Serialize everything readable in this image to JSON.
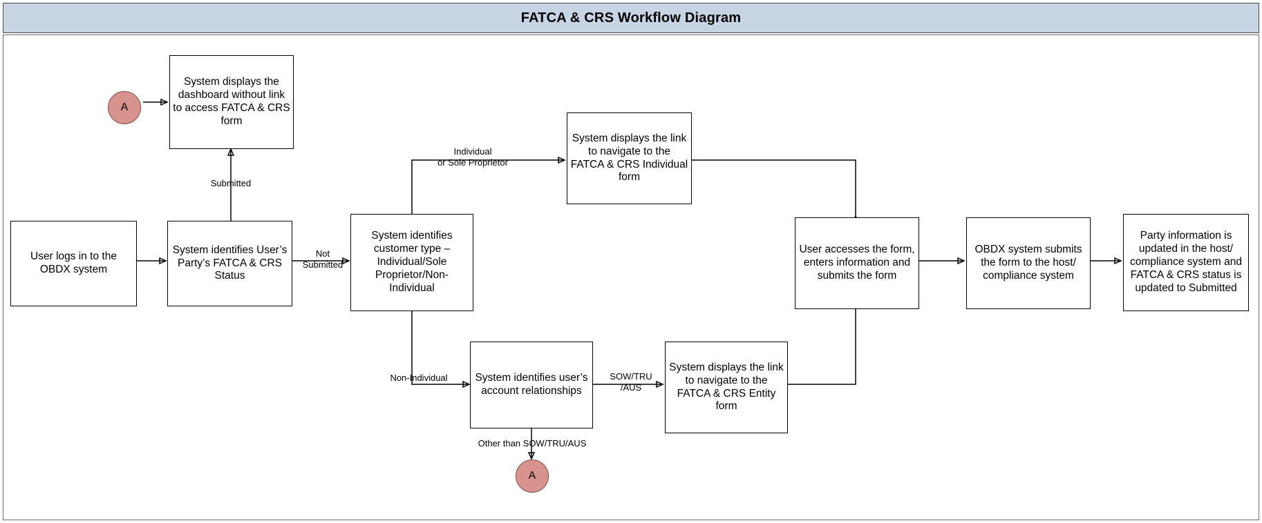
{
  "header": {
    "title": "FATCA & CRS Workflow Diagram"
  },
  "diagram": {
    "connectors": [
      {
        "id": "a-top",
        "label": "A"
      },
      {
        "id": "a-bottom",
        "label": "A"
      }
    ],
    "nodes": [
      {
        "id": "dashboard-no-link",
        "text": "System displays the dashboard without link to access FATCA & CRS form"
      },
      {
        "id": "user-login",
        "text": "User logs in to the OBDX system"
      },
      {
        "id": "identify-status",
        "text": "System identifies User’s Party’s FATCA & CRS Status"
      },
      {
        "id": "identify-customer-type",
        "text": "System identifies customer type – Individual/Sole Proprietor/Non-Individual"
      },
      {
        "id": "individual-form-link",
        "text": "System displays the link to navigate to the FATCA & CRS Individual form"
      },
      {
        "id": "account-relationships",
        "text": "System identifies user’s account relationships"
      },
      {
        "id": "entity-form-link",
        "text": "System displays the link to navigate to the FATCA & CRS Entity form"
      },
      {
        "id": "user-accesses-form",
        "text": "User accesses the form, enters information and submits the form"
      },
      {
        "id": "obdx-submits",
        "text": "OBDX system submits the form to the host/ compliance system"
      },
      {
        "id": "party-updated",
        "text": "Party information is updated in the host/ compliance system and FATCA & CRS status is updated to Submitted"
      }
    ],
    "edge_labels": [
      {
        "id": "submitted",
        "text": "Submitted"
      },
      {
        "id": "not-submitted",
        "text": "Not\nSubmitted"
      },
      {
        "id": "individual",
        "text": "Individual\nor Sole Proprietor"
      },
      {
        "id": "non-individual",
        "text": "Non-Individual"
      },
      {
        "id": "sow-tru-aus",
        "text": "SOW/TRU\n/AUS"
      },
      {
        "id": "other-than",
        "text": "Other than SOW/TRU/AUS"
      }
    ],
    "colors": {
      "title_bar": "#c6d4e3",
      "connector_fill": "#d9938e",
      "node_fill": "#ffffff",
      "stroke": "#000000"
    }
  }
}
